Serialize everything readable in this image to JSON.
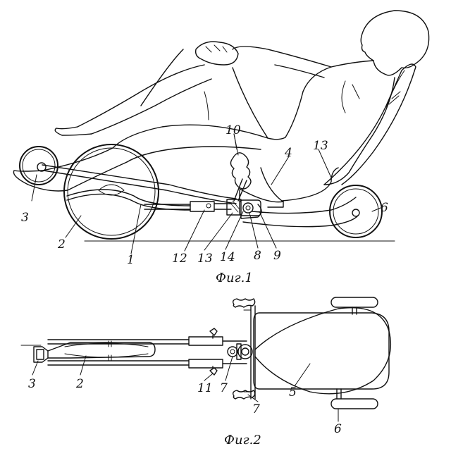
{
  "figures": [
    {
      "caption": "Фиг.1",
      "labels": [
        "10",
        "4",
        "13",
        "3",
        "6",
        "2",
        "1",
        "12",
        "13",
        "14",
        "8",
        "9"
      ]
    },
    {
      "caption": "Фиг.2",
      "labels": [
        "3",
        "2",
        "11",
        "7",
        "7",
        "5",
        "6"
      ]
    }
  ]
}
